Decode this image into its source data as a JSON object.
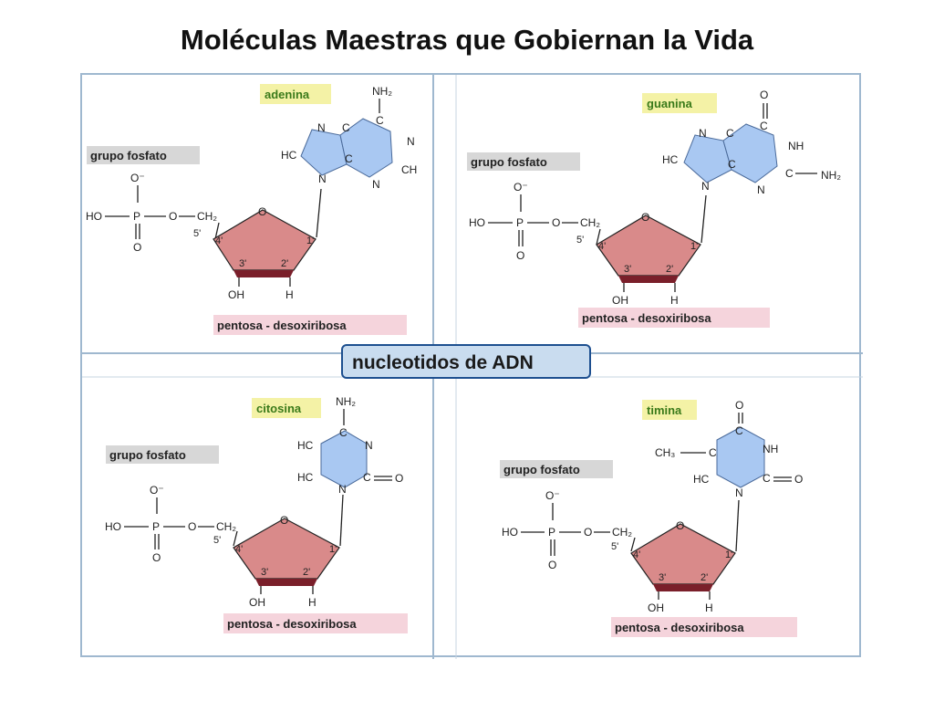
{
  "title": "Moléculas Maestras que Gobiernan la Vida",
  "center_label": "nucleotidos de ADN",
  "panels": {
    "adenina": {
      "base_name": "adenina",
      "phosphate_label": "grupo fosfato",
      "sugar_label": "pentosa - desoxiribosa"
    },
    "guanina": {
      "base_name": "guanina",
      "phosphate_label": "grupo fosfato",
      "sugar_label": "pentosa - desoxiribosa"
    },
    "citosina": {
      "base_name": "citosina",
      "phosphate_label": "grupo fosfato",
      "sugar_label": "pentosa - desoxiribosa"
    },
    "timina": {
      "base_name": "timina",
      "phosphate_label": "grupo fosfato",
      "sugar_label": "pentosa - desoxiribosa"
    }
  },
  "atoms": {
    "phosphate": {
      "o_minus": "O⁻",
      "ho": "HO",
      "p": "P",
      "o": "O",
      "o_link": "O",
      "ch2": "CH₂"
    },
    "sugar": {
      "ring_o": "O",
      "c5": "5'",
      "c4": "4'",
      "c3": "3'",
      "c2": "2'",
      "c1": "1'",
      "oh": "OH",
      "h": "H"
    },
    "adenine": {
      "nh2": "NH₂",
      "n_a": "N",
      "c_a": "C",
      "n_b": "N",
      "hc": "HC",
      "c_b": "C",
      "n_c": "N",
      "ch": "CH",
      "c_c": "C",
      "n_d": "N"
    },
    "guanine": {
      "o": "O",
      "n_a": "N",
      "c_a": "C",
      "nh": "NH",
      "hc": "HC",
      "c_b": "C",
      "c_c": "C",
      "nh2": "NH₂",
      "n_b": "N",
      "n_c": "N"
    },
    "cytosine": {
      "nh2": "NH₂",
      "c_a": "C",
      "hc_a": "HC",
      "n_a": "N",
      "hc_b": "HC",
      "c_b": "C",
      "o": "O",
      "n_b": "N"
    },
    "thymine": {
      "o_top": "O",
      "ch3": "CH₃",
      "c_a": "C",
      "c_b": "C",
      "nh": "NH",
      "hc": "HC",
      "c_c": "C",
      "o": "O",
      "n": "N"
    }
  },
  "colors": {
    "base_fill": "#a9c8f2",
    "sugar_fill": "#d98a8a",
    "sugar_edge": "#7a1f2a",
    "label_yellow": "#f4f2a6",
    "label_gray": "#d7d7d7",
    "label_pink": "#f5d4dc",
    "center_fill": "#c9dcef"
  }
}
